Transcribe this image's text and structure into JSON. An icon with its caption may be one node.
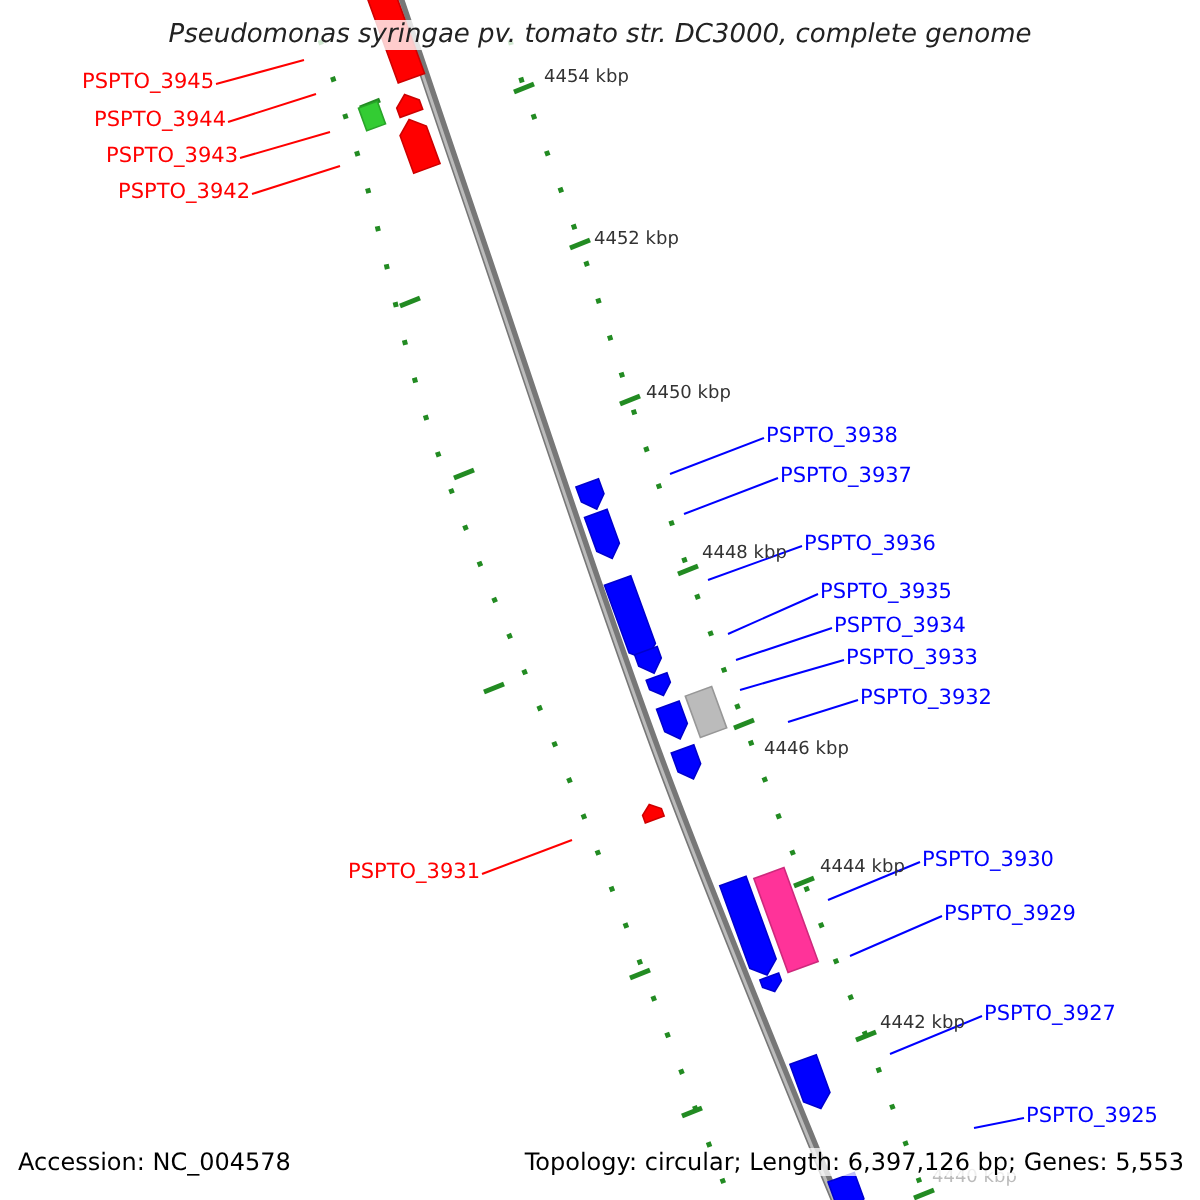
{
  "diagram": {
    "title": "Pseudomonas syringae pv. tomato str. DC3000, complete genome",
    "nodes": [
      {
        "text": [
          "PSPTO_3945"
        ]
      },
      {
        "text": [
          "PSPTO_3944"
        ]
      },
      {
        "text": [
          "PSPTO_3943"
        ]
      },
      {
        "text": [
          "PSPTO_3942"
        ]
      },
      {
        "text": [
          "PSPTO_3938"
        ]
      },
      {
        "text": [
          "PSPTO_3937"
        ]
      },
      {
        "text": [
          "PSPTO_3936"
        ]
      },
      {
        "text": [
          "PSPTO_3935"
        ]
      },
      {
        "text": [
          "PSPTO_3934"
        ]
      },
      {
        "text": [
          "PSPTO_3933"
        ]
      },
      {
        "text": [
          "PSPTO_3932"
        ]
      },
      {
        "text": [
          "PSPTO_3931"
        ]
      },
      {
        "text": [
          "PSPTO_3930"
        ]
      },
      {
        "text": [
          "PSPTO_3929"
        ]
      },
      {
        "text": [
          "PSPTO_3927"
        ]
      },
      {
        "text": [
          "PSPTO_3925"
        ]
      }
    ],
    "edges": [
      {
        "from": 0,
        "to": null,
        "arrow": "none",
        "color": "#ff0000"
      },
      {
        "from": 1,
        "to": null,
        "arrow": "none",
        "color": "#ff0000"
      },
      {
        "from": 2,
        "to": null,
        "arrow": "none",
        "color": "#ff0000"
      },
      {
        "from": 3,
        "to": null,
        "arrow": "none",
        "color": "#ff0000"
      },
      {
        "from": 4,
        "to": null,
        "arrow": "none"
      },
      {
        "from": 5,
        "to": null,
        "arrow": "none"
      },
      {
        "from": 6,
        "to": null,
        "arrow": "none"
      },
      {
        "from": 7,
        "to": null,
        "arrow": "none"
      },
      {
        "from": 8,
        "to": null,
        "arrow": "none"
      },
      {
        "from": 9,
        "to": null,
        "arrow": "none"
      },
      {
        "from": 10,
        "to": null,
        "arrow": "none"
      },
      {
        "from": 11,
        "to": null,
        "arrow": "none",
        "color": "#ff0000"
      },
      {
        "from": 12,
        "to": null,
        "arrow": "none"
      },
      {
        "from": 13,
        "to": null,
        "arrow": "none"
      },
      {
        "from": 14,
        "to": null,
        "arrow": "none"
      },
      {
        "from": 15,
        "to": null,
        "arrow": "none"
      }
    ],
    "labels": [
      "4454 kbp",
      "4452 kbp",
      "4450 kbp",
      "4448 kbp",
      "4446 kbp",
      "4444 kbp",
      "4442 kbp",
      "4440 kbp",
      "Accession: NC_004578",
      "Topology: circular; Length: 6,397,126 bp; Genes: 5,553"
    ]
  }
}
